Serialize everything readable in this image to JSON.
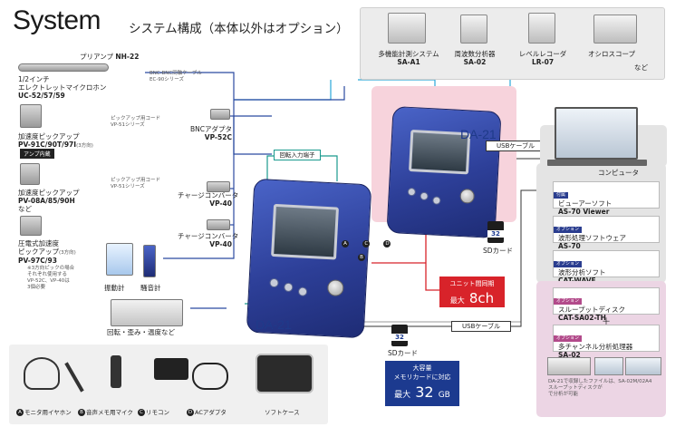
{
  "title": {
    "main": "System",
    "sub": "システム構成（本体以外はオプション）"
  },
  "top_devices": [
    {
      "name": "多機能計測システム",
      "model": "SA-A1"
    },
    {
      "name": "周波数分析器",
      "model": "SA-02"
    },
    {
      "name": "レベルレコーダ",
      "model": "LR-07"
    },
    {
      "name": "オシロスコープ",
      "model": ""
    }
  ],
  "top_devices_suffix": "など",
  "left": {
    "preamp_label": "プリアンプ",
    "preamp_model": "NH-22",
    "mic_name_1": "1/2インチ",
    "mic_name_2": "エレクトレットマイクロホン",
    "mic_model": "UC-52/57/59",
    "bnc_cable": "BNC-BNC同軸ケーブル",
    "bnc_cable_series": "EC-90シリーズ",
    "pickup_cord_1": "ピックアップ用コード",
    "pickup_cord_1_series": "VP-51シリーズ",
    "bnc_adapter": "BNCアダプタ",
    "bnc_adapter_model": "VP-52C",
    "acc1_name": "加速度ピックアップ",
    "acc1_model": "PV-91C/90T/97I",
    "acc1_note": "(3方向)",
    "amp_badge": "アンプ内蔵",
    "pickup_cord_2": "ピックアップ用コード",
    "pickup_cord_2_series": "VP-51シリーズ",
    "charge_conv_1": "チャージコンバータ",
    "charge_conv_1_model": "VP-40",
    "acc2_name": "加速度ピックアップ",
    "acc2_model": "PV-08A/85/90H",
    "acc2_suffix": "など",
    "charge_conv_2": "チャージコンバータ",
    "charge_conv_2_model": "VP-40",
    "piezo_1": "圧電式加速度",
    "piezo_2": "ピックアップ",
    "piezo_note": "(3方向)",
    "piezo_model": "PV-97C/93",
    "piezo_footnote": [
      "※3方向ピックの場合",
      "それぞれ使用する",
      "VP-52C、VP-40は",
      "3個必要"
    ],
    "vib_meter": "振動計",
    "sound_meter": "騒音計",
    "other": "回転・歪み・温度など"
  },
  "center": {
    "rotation_input": "回転入力端子",
    "da21_top": "DA-21",
    "da21_bottom": "DA-21",
    "port_labels": [
      "A",
      "B",
      "C",
      "D"
    ],
    "usb_top": "USBケーブル",
    "usb_bottom": "USBケーブル",
    "sd_top_size": "32",
    "sd_top_label": "SDカード",
    "sd_bottom_size": "32",
    "sd_bottom_label": "SDカード",
    "sync_label": "ユニット間同期",
    "sync_prefix": "最大",
    "sync_value": "8ch",
    "memory_line1": "大容量",
    "memory_line2": "メモリカードに対応",
    "memory_prefix": "最大",
    "memory_value": "32",
    "memory_unit": "GB"
  },
  "right": {
    "computer": "コンピュータ",
    "software": [
      {
        "tag": "付属",
        "name": "ビューアーソフト",
        "model": "AS-70 Viewer"
      },
      {
        "tag": "オプション",
        "name": "波形処理ソフトウェア",
        "model": "AS-70"
      },
      {
        "tag": "オプション",
        "name": "波形分析ソフト",
        "model": "CAT-WAVE"
      }
    ],
    "throughput": {
      "tag": "オプション",
      "name": "スループットディスク",
      "model": "CAT-SA02-TH"
    },
    "plus": "＋",
    "multichannel": {
      "tag": "オプション",
      "name": "多チャンネル分析処理器",
      "model": "SA-02"
    },
    "footnote": [
      "DA-21で収録したファイルは、SA-02M/02A4",
      "スループットディスクが",
      "で分析が可能"
    ]
  },
  "accessories": [
    {
      "letter": "A",
      "label": "モニタ用イヤホン"
    },
    {
      "letter": "B",
      "label": "音声メモ用マイク"
    },
    {
      "letter": "C",
      "label": "リモコン"
    },
    {
      "letter": "D",
      "label": "ACアダプタ"
    }
  ],
  "soft_case": "ソフトケース",
  "colors": {
    "unit_blue": "#2d3f98",
    "teal": "#1a9a8e",
    "line_blue": "#2b4aa0",
    "red": "#d8232a",
    "navy": "#1c3a8f",
    "pink": "#f7d3dc"
  }
}
